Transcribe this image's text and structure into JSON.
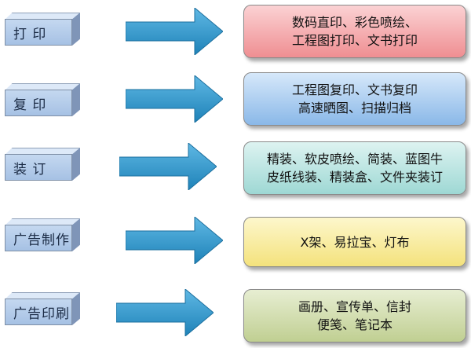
{
  "rows": [
    {
      "label": "打 印",
      "details": [
        "数码直印、彩色喷绘、",
        "工程图打印、文书打印"
      ],
      "color": "#ef8e92",
      "color_light": "#fbd2d4"
    },
    {
      "label": "复 印",
      "details": [
        "工程图复印、文书复印",
        "高速晒图、扫描归档"
      ],
      "color": "#8ab8e8",
      "color_light": "#d6e8fa"
    },
    {
      "label": "装 订",
      "details": [
        "精装、软皮喷绘、简装、蓝图牛",
        "皮纸线装、精装盒、文件夹装订"
      ],
      "color": "#9ed8d4",
      "color_light": "#ddf3f1"
    },
    {
      "label": "广告制作",
      "details": [
        "X架、易拉宝、灯布"
      ],
      "color": "#f4e27c",
      "color_light": "#fdf7cc"
    },
    {
      "label": "广告印刷",
      "details": [
        "画册、宣传单、信封",
        "便笺、笔记本"
      ],
      "color": "#c0cf92",
      "color_light": "#e7eed2"
    }
  ],
  "arrow_color": "#2a94c8"
}
